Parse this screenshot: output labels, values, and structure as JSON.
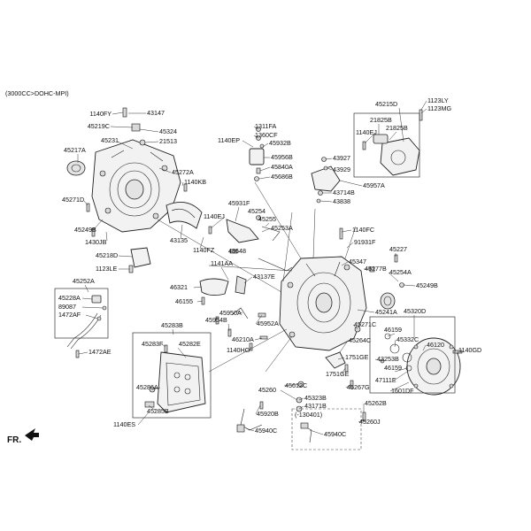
{
  "header": "(3000CC>DOHC-MPI)",
  "front_label": "FR.",
  "labels": [
    "1140FY",
    "43147",
    "45219C",
    "45324",
    "45231",
    "21513",
    "45217A",
    "45272A",
    "1140KB",
    "45271D",
    "45249B",
    "1430JB",
    "45218D",
    "1123LE",
    "43135",
    "1140FZ",
    "48648",
    "1311FA",
    "1360CF",
    "1140EP",
    "45932B",
    "45956B",
    "45840A",
    "45686B",
    "45931F",
    "1140EJ",
    "45254",
    "45255",
    "45253A",
    "45215D",
    "1123LY",
    "1123MG",
    "21825B",
    "1140EJ",
    "21825B",
    "43927",
    "43929",
    "45957A",
    "43714B",
    "43838",
    "1140FC",
    "91931F",
    "45227",
    "45347",
    "45277B",
    "45254A",
    "45249B",
    "45252A",
    "45228A",
    "89087",
    "1472AF",
    "1472AE",
    "1141AA",
    "46321",
    "43137E",
    "46155",
    "45950A",
    "45954B",
    "45952A",
    "45283B",
    "45283F",
    "45282E",
    "45286A",
    "45285B",
    "1140ES",
    "46210A",
    "1140HG",
    "45241A",
    "45271C",
    "45264C",
    "45320D",
    "46159",
    "45332C",
    "43253B",
    "46120",
    "1140GD",
    "46159",
    "47111E",
    "1601DF",
    "1751GE",
    "1751GE",
    "45267G",
    "45612C",
    "45260",
    "45323B",
    "43171B",
    "45262B",
    "45920B",
    "45940C",
    "(-130401)",
    "45940C",
    "45260J"
  ]
}
